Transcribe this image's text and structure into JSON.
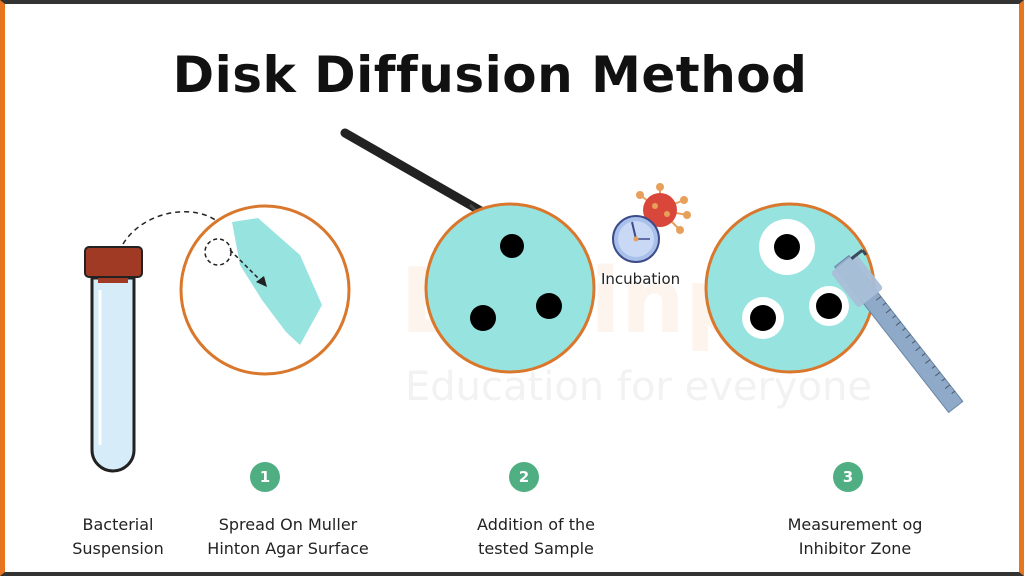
{
  "title": "Disk Diffusion Method",
  "watermark": {
    "brand": "Eduinput",
    "tagline": "Education for everyone"
  },
  "incubation_label": "Incubation",
  "steps": [
    {
      "number": "1",
      "label_line1": "Spread On Muller",
      "label_line2": "Hinton Agar Surface"
    },
    {
      "number": "2",
      "label_line1": "Addition of the",
      "label_line2": "tested Sample"
    },
    {
      "number": "3",
      "label_line1": "Measurement og",
      "label_line2": "Inhibitor Zone"
    }
  ],
  "tube_label": {
    "line1": "Bacterial",
    "line2": "Suspension"
  },
  "colors": {
    "agar": "#97e3df",
    "dish_rim": "#d9782c",
    "badge": "#4fae82",
    "frame": "#e8751f",
    "cap": "#a03a25"
  }
}
